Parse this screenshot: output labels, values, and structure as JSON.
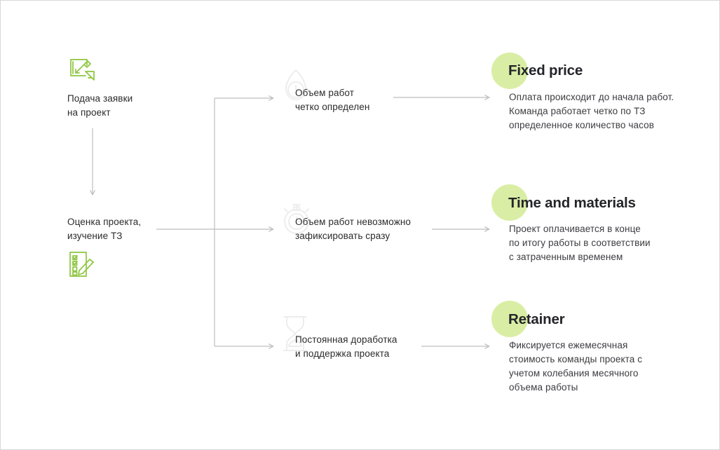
{
  "diagram": {
    "title": "Project pricing models flow",
    "colors": {
      "accent_green": "#8cc63f",
      "blob_green": "#d9eea4",
      "line_gray": "#bdbdbd",
      "watermark_gray": "#ededed",
      "text_dark": "#2b2b2b",
      "heading_dark": "#24252a",
      "background": "#ffffff"
    },
    "left_column": [
      {
        "icon": "blueprint-pencil-icon",
        "label": "Подача заявки\nна проект"
      },
      {
        "icon": "checklist-pencil-icon",
        "label": "Оценка проекта,\nизучение ТЗ"
      }
    ],
    "middle_column": [
      {
        "icon": "flame-timer-icon",
        "label": "Объем работ\nчетко определен"
      },
      {
        "icon": "stopwatch-icon",
        "label": "Объем работ невозможно\nзафиксировать сразу"
      },
      {
        "icon": "hourglass-icon",
        "label": "Постоянная доработка\nи поддержка проекта"
      }
    ],
    "right_column": [
      {
        "heading": "Fixed price",
        "body": "Оплата происходит до начала работ.\nКоманда работает четко по ТЗ\nопределенное количество часов"
      },
      {
        "heading": "Time and materials",
        "body": "Проект оплачивается в конце\nпо итогу работы в соответствии\nс затраченным временем"
      },
      {
        "heading": "Retainer",
        "body": "Фиксируется ежемесячная\nстоимость команды проекта с\nучетом колебания месячного\nобъема работы"
      }
    ]
  }
}
